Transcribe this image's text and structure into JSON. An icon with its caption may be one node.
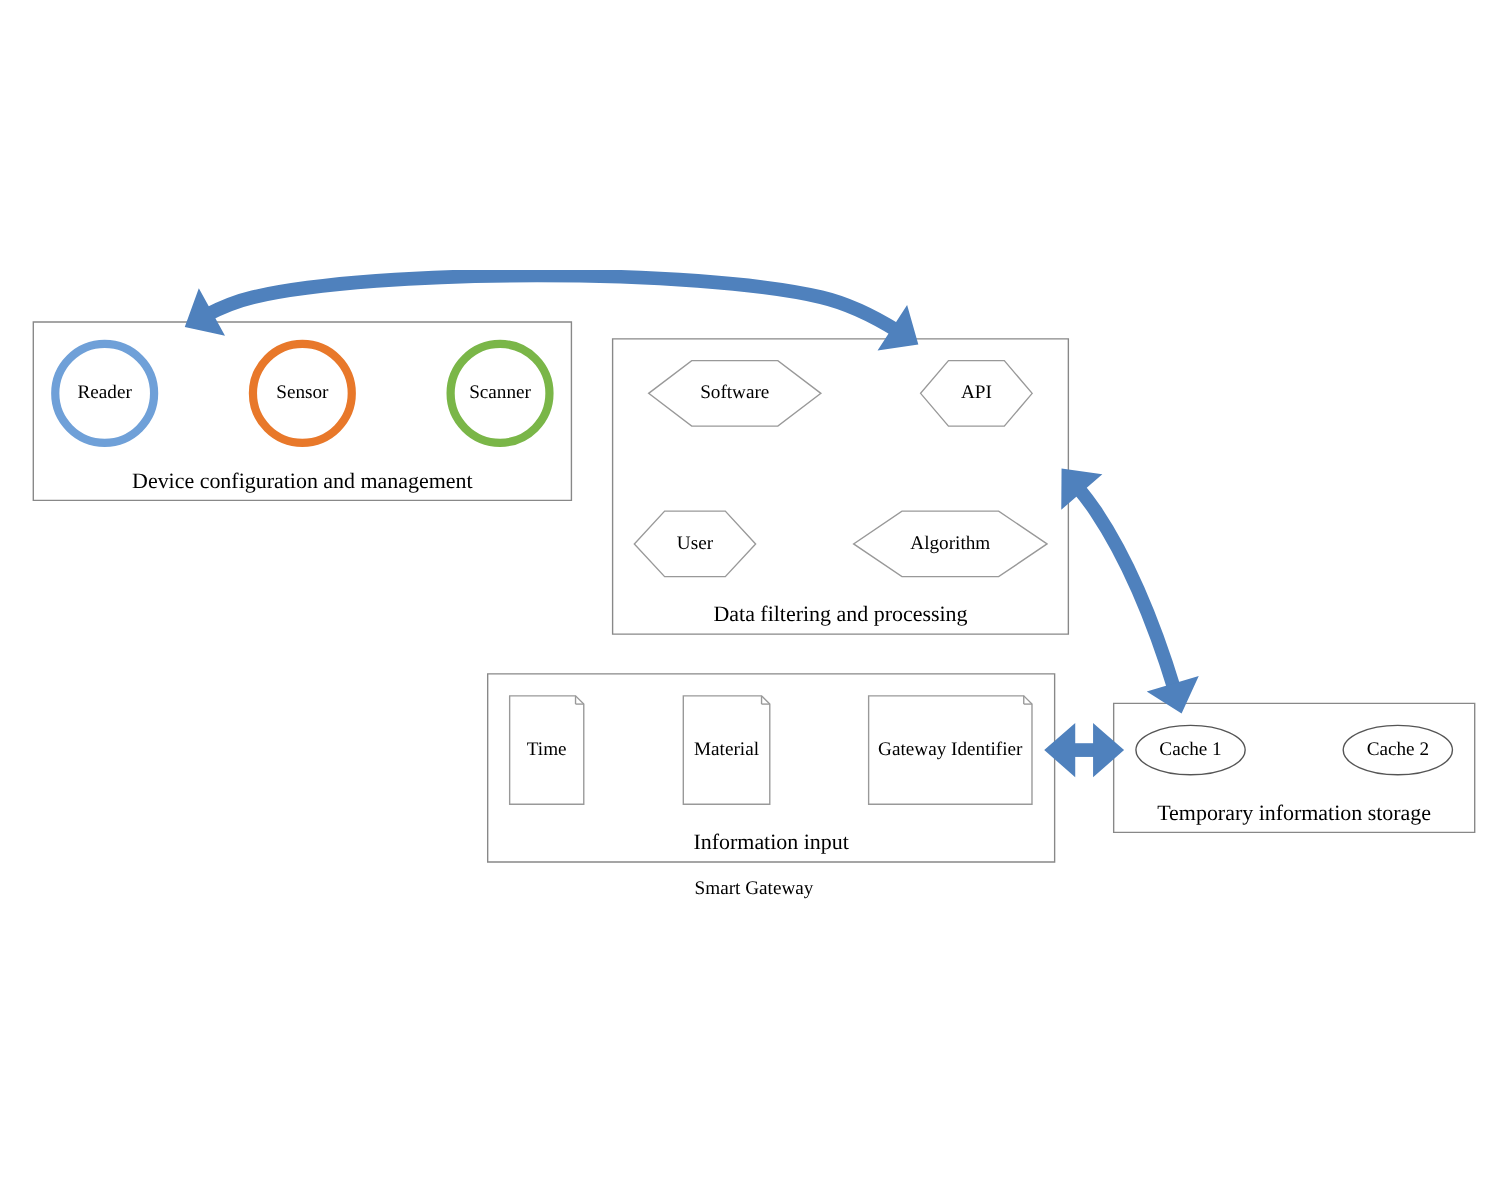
{
  "diagram": {
    "caption": "Smart Gateway",
    "nodes": [
      {
        "text": [
          "Device configuration and management"
        ]
      },
      {
        "text": [
          "Reader"
        ],
        "in": 0
      },
      {
        "text": [
          "Scanner"
        ],
        "in": 0
      },
      {
        "text": [
          "Sensor"
        ],
        "in": 0
      },
      {
        "text": [
          "Data filtering and processing"
        ]
      },
      {
        "text": [
          "API"
        ],
        "in": 4
      },
      {
        "text": [
          "Software"
        ],
        "in": 4
      },
      {
        "text": [
          "Algorithm"
        ],
        "in": 4
      },
      {
        "text": [
          "User"
        ],
        "in": 4
      },
      {
        "text": [
          "Information input"
        ]
      },
      {
        "text": [
          "Gateway Identifier"
        ],
        "in": 9
      },
      {
        "text": [
          "Time"
        ],
        "in": 9
      },
      {
        "text": [
          "Material"
        ],
        "in": 9
      },
      {
        "text": [
          "Temporary information storage"
        ]
      },
      {
        "text": [
          "Cache 1"
        ],
        "in": 13
      },
      {
        "text": [
          "Cache 2"
        ],
        "in": 13
      }
    ],
    "edges": [
      {
        "from": 0,
        "to": 4,
        "arrow": "both"
      },
      {
        "from": 4,
        "to": 13,
        "arrow": "both"
      },
      {
        "from": 9,
        "to": 13,
        "arrow": "both"
      }
    ]
  }
}
